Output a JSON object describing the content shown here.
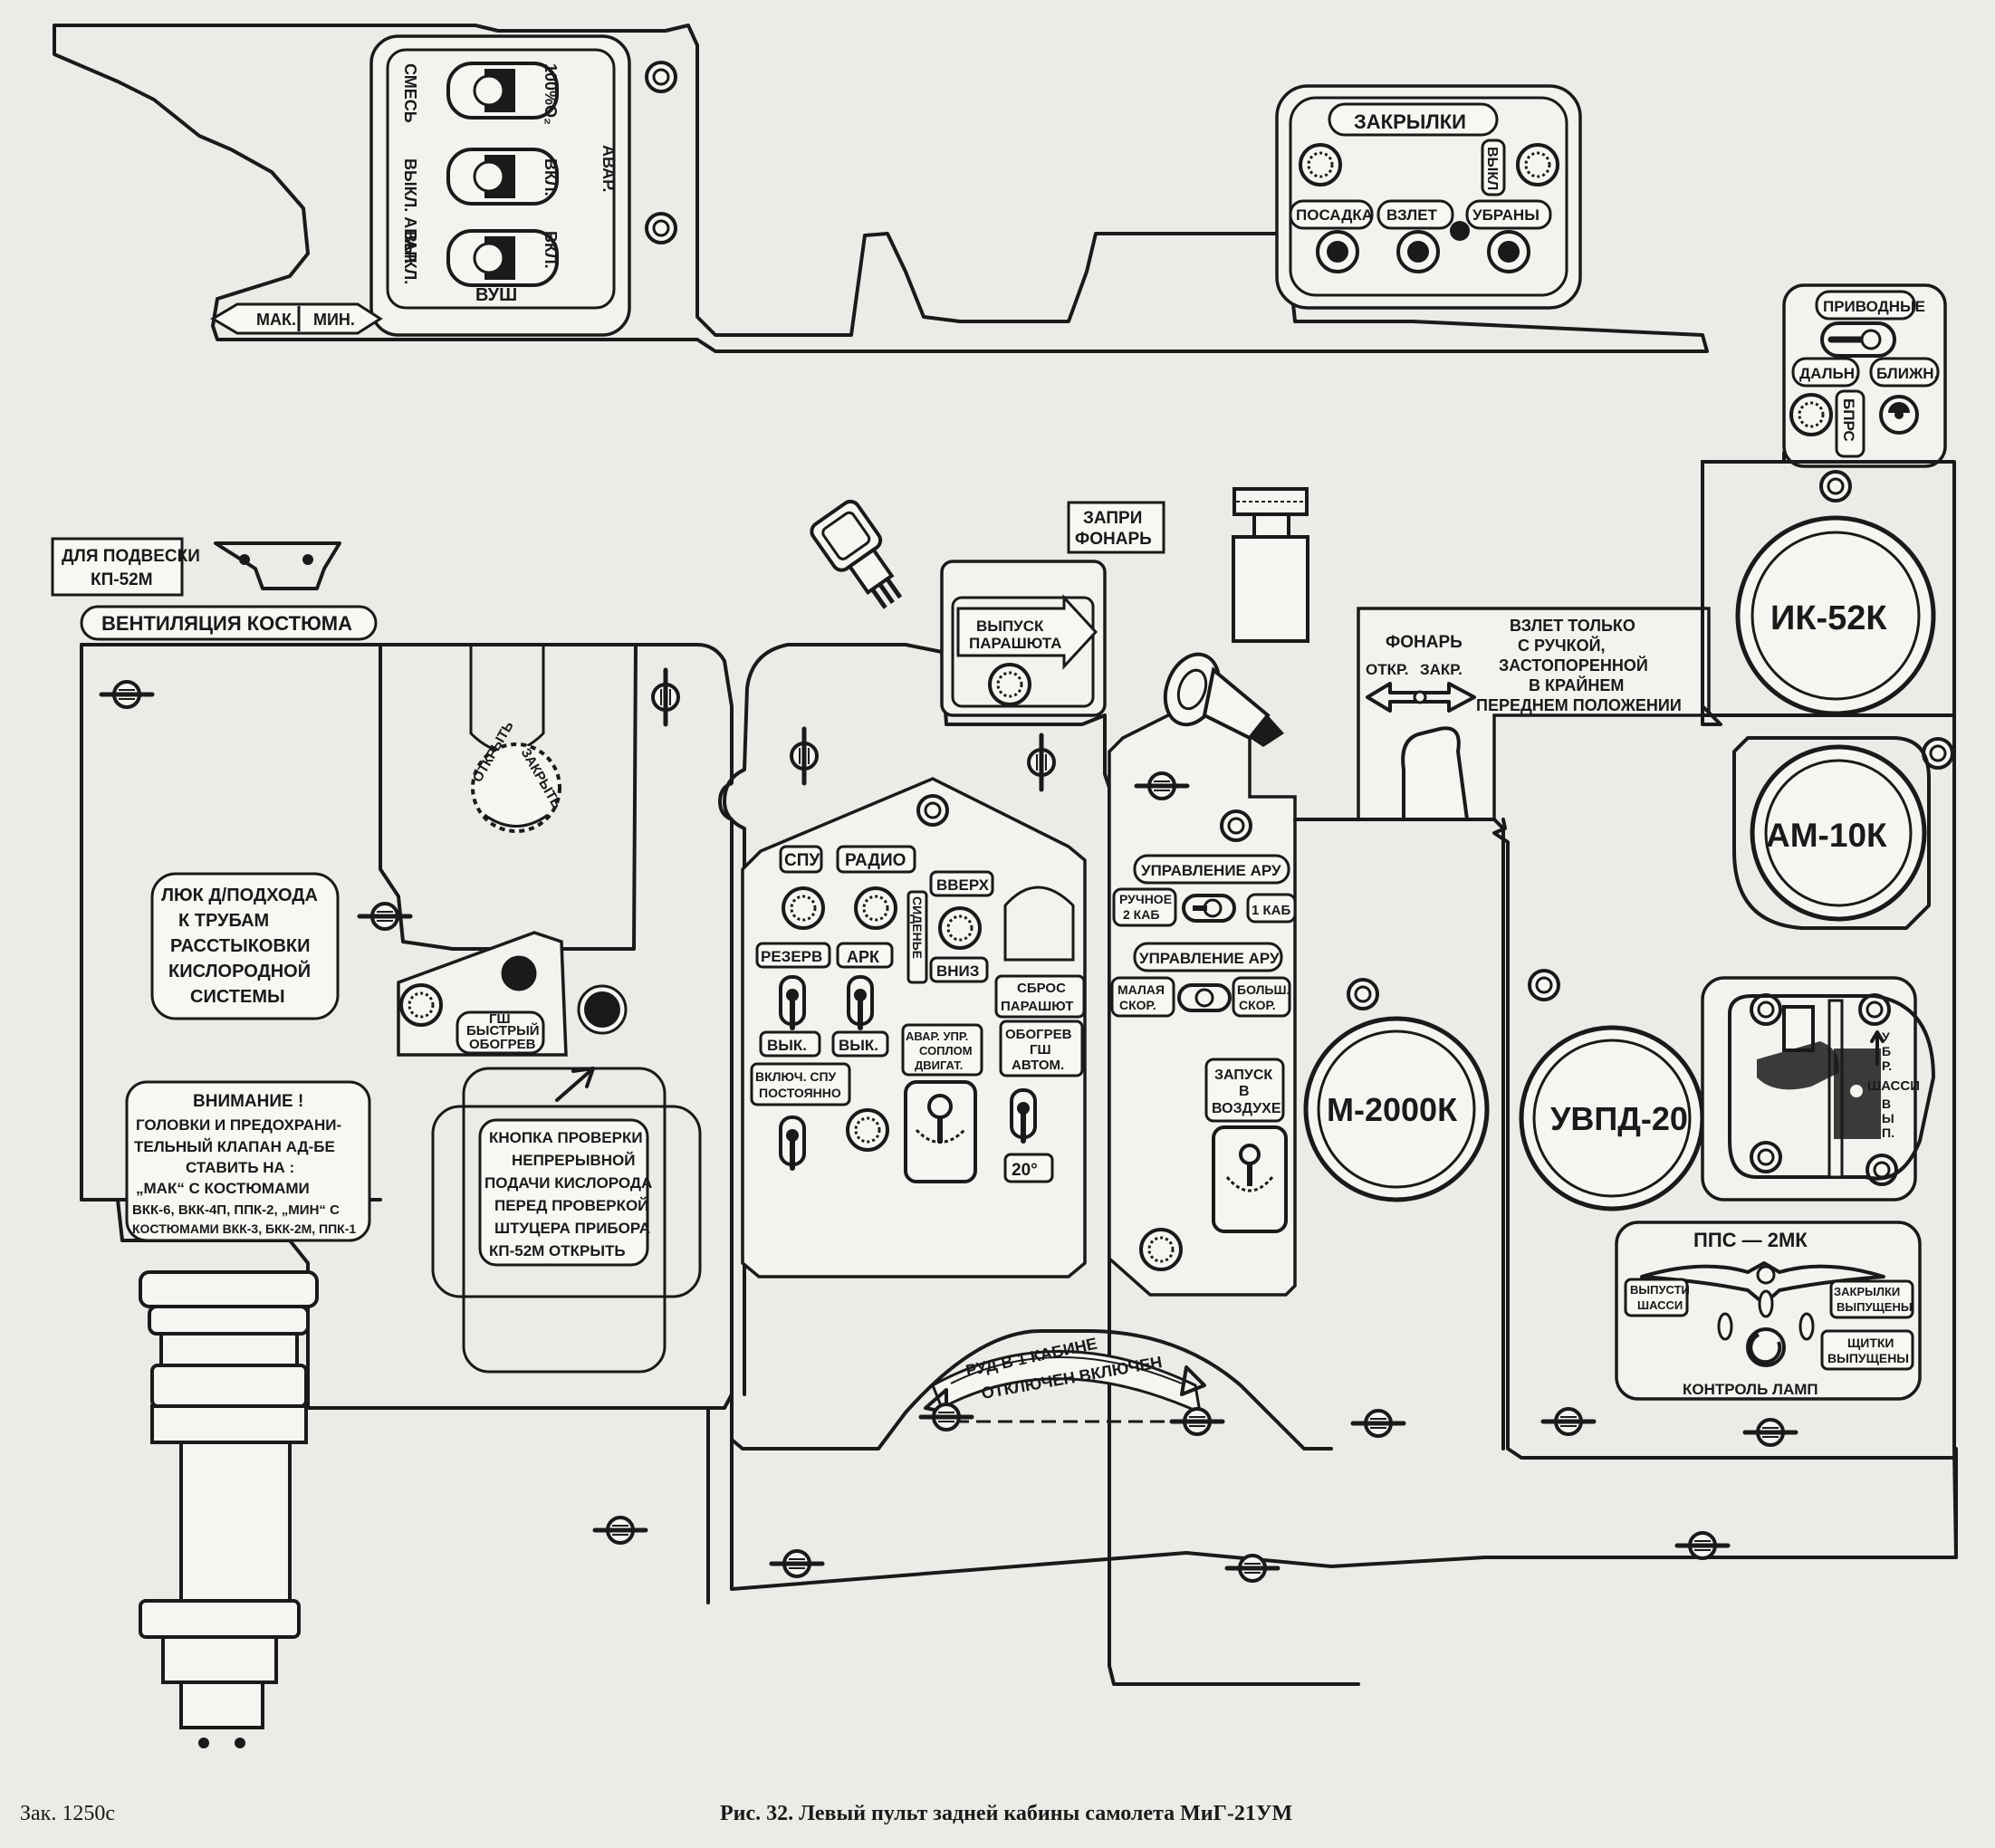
{
  "caption": {
    "order_no": "Зак. 1250с",
    "title": "Рис. 32. Левый пульт задней кабины самолета МиГ-21УМ"
  },
  "oxygen_panel": {
    "labels": [
      "СМЕСЬ",
      "100%O₂",
      "ВЫКЛ. АВАР.",
      "ВКЛ.",
      "ВЫКЛ.",
      "ВКЛ.",
      "АВАР."
    ],
    "bottom_label": "ВУШ",
    "arrow_max": "МАК.",
    "arrow_min": "МИН."
  },
  "flaps_panel": {
    "title": "ЗАКРЫЛКИ",
    "buttons": [
      "ПОСАДКА",
      "ВЗЛЕТ",
      "УБРАНЫ"
    ],
    "vertical": "ВЫКЛ"
  },
  "radio_beacon": {
    "title": "ПРИВОДНЫЕ",
    "far": "ДАЛЬН.",
    "near": "БЛИЖН.",
    "bprs": "БПРС"
  },
  "suspension_label": "ДЛЯ ПОДВЕСКИ КП-52М",
  "suit_vent_label": "ВЕНТИЛЯЦИЯ КОСТЮМА",
  "valve": {
    "open": "ОТКРЫТЬ",
    "close": "ЗАКРЫТЬ"
  },
  "hatch_label": [
    "ЛЮК Д/ПОДХОДА",
    "К ТРУБАМ",
    "РАССТЫКОВКИ",
    "КИСЛОРОДНОЙ",
    "СИСТЕМЫ"
  ],
  "gsh_heat": [
    "ГШ",
    "БЫСТРЫЙ",
    "ОБОГРЕВ"
  ],
  "warning": [
    "ВНИМАНИЕ !",
    "ГОЛОВКИ И ПРЕДОХРАНИ-",
    "ТЕЛЬНЫЙ КЛАПАН АД-БЕ",
    "СТАВИТЬ НА :",
    "„МАК“ С КОСТЮМАМИ",
    "ВКК-6, ВКК-4П, ППК-2, „МИН“ С",
    "КОСТЮМАМИ ВКК-3, БКК-2М, ППК-1"
  ],
  "check_button": [
    "КНОПКА ПРОВЕРКИ",
    "НЕПРЕРЫВНОЙ",
    "ПОДАЧИ КИСЛОРОДА",
    "ПЕРЕД ПРОВЕРКОЙ",
    "ШТУЦЕРА ПРИБОРА",
    "КП-52М ОТКРЫТЬ"
  ],
  "parachute_release": [
    "ВЫПУСК",
    "ПАРАШЮТА"
  ],
  "canopy_lock": [
    "ЗАПРИ",
    "ФОНАРЬ"
  ],
  "center_panel": {
    "spu": "СПУ",
    "radio": "РАДИО",
    "up": "ВВЕРХ",
    "seat": "СИДЕНЬЕ",
    "down": "ВНИЗ",
    "reserve": "РЕЗЕРВ",
    "ark": "АРК",
    "chute_drop": [
      "СБРОС",
      "ПАРАШЮТ"
    ],
    "off1": "ВЫК.",
    "off2": "ВЫК.",
    "nozzle": [
      "АВАР. УПР.",
      "СОПЛОМ",
      "ДВИГАТ."
    ],
    "gsh_auto": [
      "ОБОГРЕВ",
      "ГШ",
      "АВТОМ."
    ],
    "spu_const": [
      "ВКЛЮЧ. СПУ",
      "ПОСТОЯННО"
    ],
    "deg": "20°"
  },
  "aru_panel": {
    "ctrl1": "УПРАВЛЕНИЕ АРУ",
    "manual": [
      "РУЧНОЕ",
      "2 КАБ"
    ],
    "cab1": "1 КАБ",
    "ctrl2": "УПРАВЛЕНИЕ АРУ",
    "low": [
      "МАЛАЯ",
      "СКОР."
    ],
    "high": [
      "БОЛЬШ.",
      "СКОР."
    ],
    "airstart": [
      "ЗАПУСК",
      "В",
      "ВОЗДУХЕ"
    ]
  },
  "canopy_panel": {
    "title": "ФОНАРЬ",
    "open": "ОТКР.",
    "close": "ЗАКР.",
    "note": [
      "ВЗЛЕТ ТОЛЬКО",
      "С РУЧКОЙ,",
      "ЗАСТОПОРЕННОЙ",
      "В КРАЙНЕМ",
      "ПЕРЕДНЕМ ПОЛОЖЕНИИ"
    ]
  },
  "rud": {
    "line1": "РУД В 1 КАБИНЕ",
    "line2": "ОТКЛЮЧЕН ВКЛЮЧЕН"
  },
  "gauges": {
    "ik": "ИК-52К",
    "am": "АМ-10К",
    "m2000": "М-2000К",
    "uvpd": "УВПД-20"
  },
  "gear_lever": {
    "label": [
      "У",
      "Б",
      "Р.",
      "ШАССИ",
      "В",
      "Ы",
      "П."
    ]
  },
  "pps": {
    "title": "ППС — 2МК",
    "gear_down": [
      "ВЫПУСТИ",
      "ШАССИ"
    ],
    "flaps_down": [
      "ЗАКРЫЛКИ",
      "ВЫПУЩЕНЫ"
    ],
    "shields": [
      "ЩИТКИ",
      "ВЫПУЩЕНЫ"
    ],
    "lamp_check": "КОНТРОЛЬ ЛАМП"
  }
}
